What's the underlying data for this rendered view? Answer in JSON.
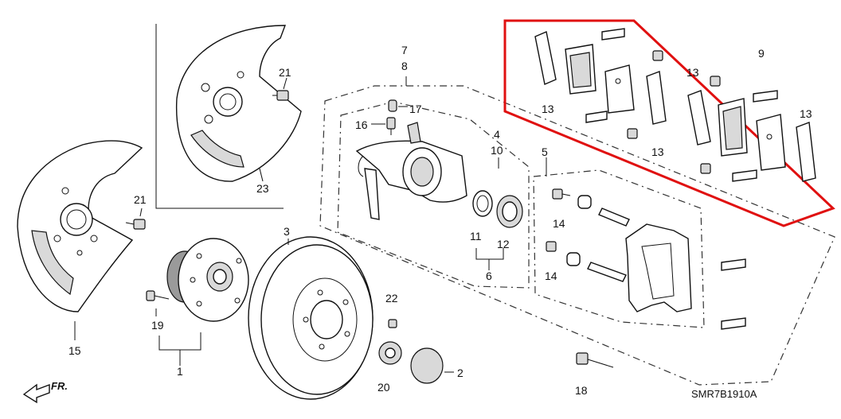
{
  "diagram": {
    "code": "SMR7B1910A",
    "direction": "FR.",
    "highlight_color": "#e01010",
    "labels": [
      "1",
      "2",
      "3",
      "4",
      "5",
      "6",
      "7",
      "8",
      "9",
      "10",
      "11",
      "12",
      "13",
      "13",
      "13",
      "13",
      "14",
      "14",
      "15",
      "16",
      "17",
      "18",
      "19",
      "20",
      "21",
      "21",
      "22",
      "23"
    ]
  }
}
